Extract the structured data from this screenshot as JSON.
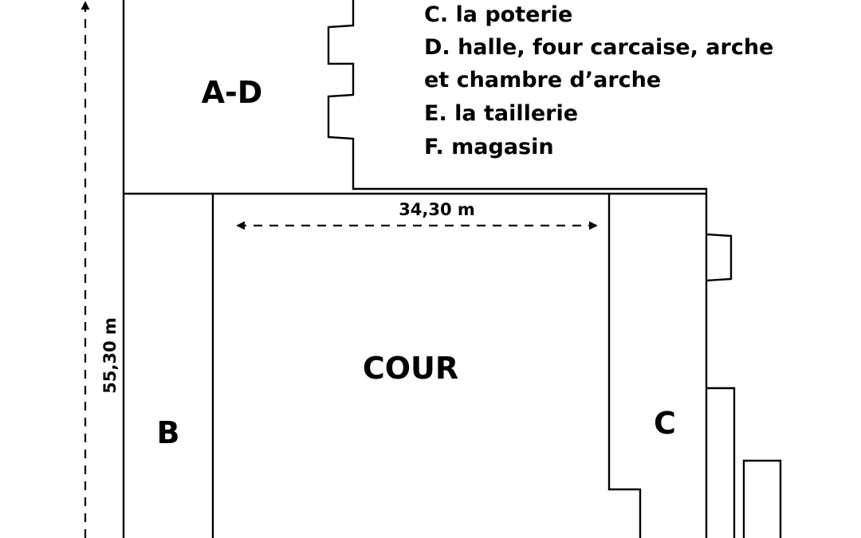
{
  "zones": {
    "a_d": "A-D",
    "cour": "COUR",
    "b": "B",
    "c": "C"
  },
  "legend": [
    "C. la poterie",
    "D. halle, four carcaise, arche",
    "et chambre d’arche",
    "E. la taillerie",
    "F. magasin"
  ],
  "dimensions": {
    "width": "34,30 m",
    "height": "55,30 m"
  }
}
